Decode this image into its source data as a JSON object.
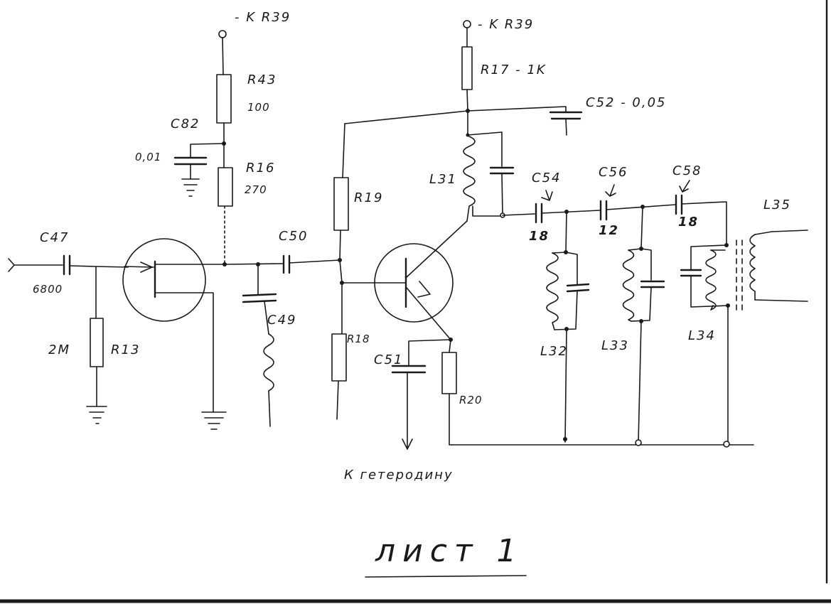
{
  "labels": {
    "top_left_supply": "- K R39",
    "top_right_supply": "- K R39",
    "r43": "R43",
    "r43_value": "100",
    "c82": "C82",
    "c82_value": "0,01",
    "r16": "R16",
    "r16_value": "270",
    "c47": "C47",
    "c47_value": "6800",
    "r13": "R13",
    "r13_value": "2M",
    "c50": "C50",
    "c49": "C49",
    "r19": "R19",
    "r18": "R18",
    "r17": "R17 - 1K",
    "c52": "C52 - 0,05",
    "l31": "L31",
    "c54": "C54",
    "c54_value": "18",
    "c56": "C56",
    "c56_value": "12",
    "c58": "C58",
    "c58_value": "18",
    "l35": "L35",
    "l32": "L32",
    "l33": "L33",
    "l34": "L34",
    "c51": "C51",
    "r20": "R20",
    "heterodyne": "К гетеродину"
  },
  "title": "лист 1",
  "colors": {
    "ink": "#1a1a1a",
    "paper": "#ffffff"
  }
}
